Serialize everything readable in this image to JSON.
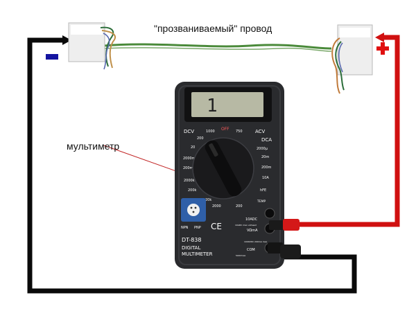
{
  "labels": {
    "wire": "\"прозваниваемый\" провод",
    "multimeter": "мультиметр",
    "minus": "−",
    "plus": "+"
  },
  "multimeter": {
    "display": "1",
    "off": "OFF",
    "dcv": "DCV",
    "acv": "ACV",
    "dca": "DCA",
    "model": "DT-838",
    "name_line1": "DIGITAL",
    "name_line2": "MULTIMETER",
    "port_10a": "10ADC",
    "port_vma": "VΩmA",
    "port_com": "COM",
    "ce": "CE",
    "npn": "NPN",
    "pnp": "PNP",
    "hfe": "hFE",
    "temp": "TEMP",
    "dial": {
      "v1000": "1000",
      "v750": "750",
      "v200": "200",
      "v20": "20",
      "v2000m": "2000m",
      "v200m": "200m",
      "dca2000u": "2000μ",
      "dca20m": "20m",
      "dca200m": "200m",
      "dca10a": "10A",
      "r2000k": "2000k",
      "r200k": "200k",
      "r20k": "20k",
      "r2000": "2000",
      "r200": "200"
    },
    "warn_10a": "10ADC max unfused",
    "warn_vma": "1000VDC 200mA max",
    "warn_com": "500Vmax"
  },
  "colors": {
    "negative_wire": "#0a0a0a",
    "positive_wire": "#d01010",
    "minus_sign": "#1414a0",
    "plus_sign": "#e01010",
    "tested_wire": "#4a8a3a",
    "multimeter_body": "#2a2b2e",
    "dial": "#1a1a1c",
    "lcd": "#b7b9a4"
  },
  "icons": [
    "block-terminal-icon",
    "probe-plug-icon",
    "transistor-socket-icon",
    "rotary-dial-icon"
  ]
}
